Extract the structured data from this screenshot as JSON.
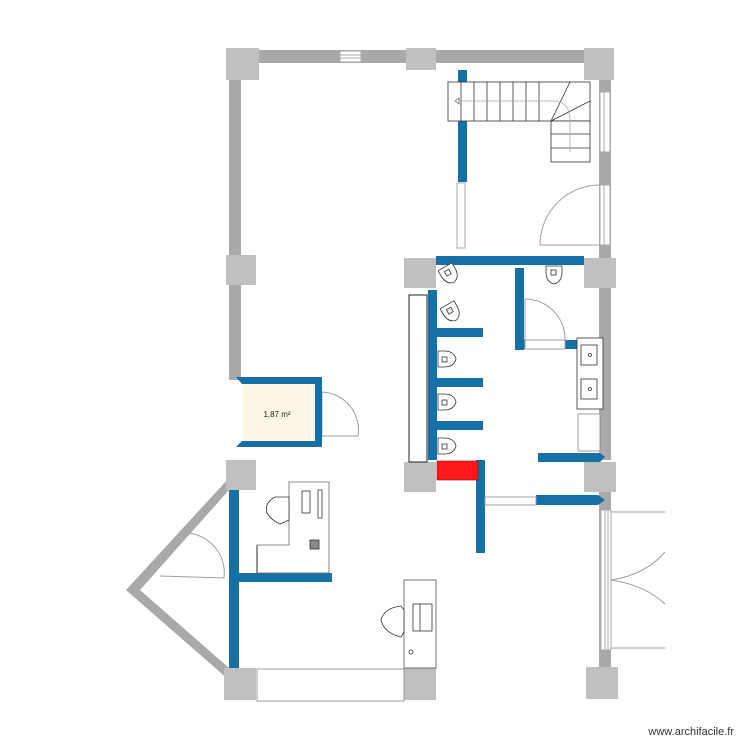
{
  "app": {
    "watermark": "www.archifacile.fr"
  },
  "colors": {
    "exterior_wall": "#a9a9a9",
    "pillar": "#c0c0c0",
    "interior_wall": "#1570a6",
    "highlight_room": "#fdf8e6",
    "red_block": "#ff1a1a",
    "furniture_stroke": "#222222",
    "door_arc": "#a0a0a0"
  },
  "rooms": [
    {
      "id": "small-room",
      "area_label": "1,87 m²"
    }
  ],
  "fixtures": {
    "stairs": "quarter-turn staircase",
    "toilets": 6,
    "sinks": 2,
    "desks": 2,
    "office_chairs": 2
  }
}
